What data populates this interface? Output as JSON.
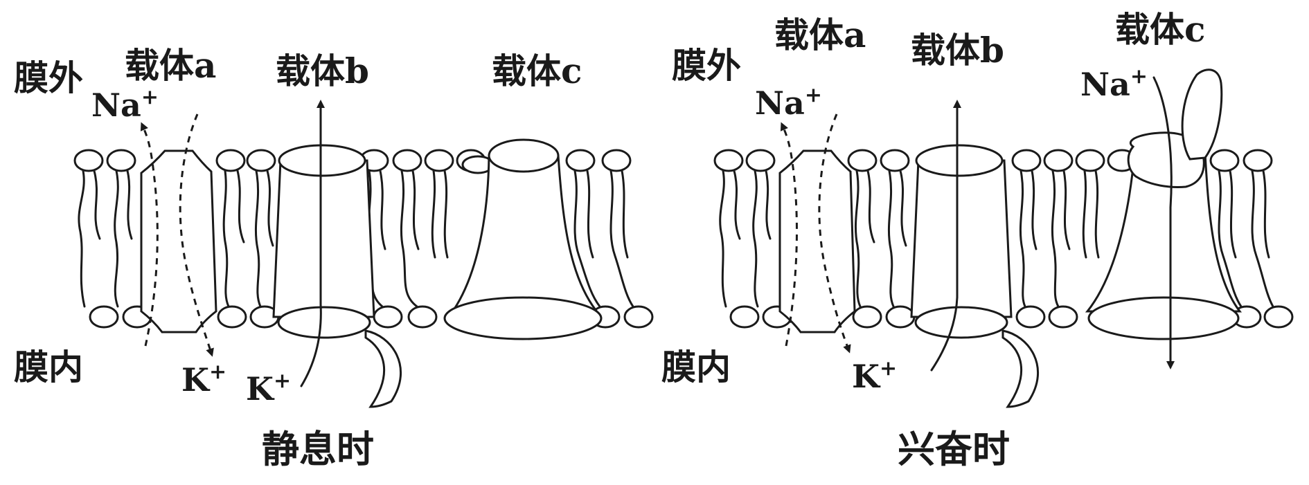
{
  "panels": [
    {
      "id": "resting",
      "caption": "静息时",
      "outside_label": "膜外",
      "inside_label": "膜内",
      "carrier_a": "载体a",
      "carrier_b": "载体b",
      "carrier_c": "载体c",
      "na_base": "Na",
      "na_sup": "+",
      "k_base": "K",
      "k_sup": "+",
      "k2_base": "K",
      "k2_sup": "+"
    },
    {
      "id": "excited",
      "caption": "兴奋时",
      "outside_label": "膜外",
      "inside_label": "膜内",
      "carrier_a": "载体a",
      "carrier_b": "载体b",
      "carrier_c": "载体c",
      "na_base": "Na",
      "na_sup": "+",
      "na2_base": "Na",
      "na2_sup": "+",
      "k_base": "K",
      "k_sup": "+"
    }
  ]
}
